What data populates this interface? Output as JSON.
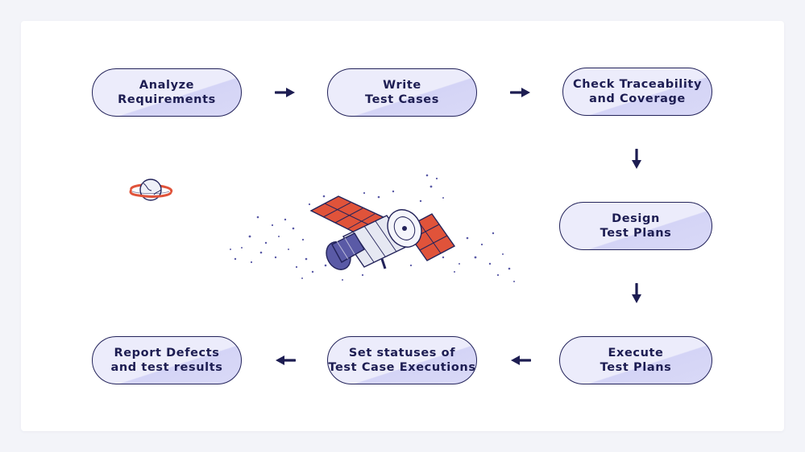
{
  "diagram": {
    "steps": [
      {
        "id": "analyze-requirements",
        "label": "Analyze\nRequirements"
      },
      {
        "id": "write-test-cases",
        "label": "Write\nTest Cases"
      },
      {
        "id": "check-traceability",
        "label": "Check Traceability\nand Coverage"
      },
      {
        "id": "design-test-plans",
        "label": "Design\nTest Plans"
      },
      {
        "id": "execute-test-plans",
        "label": "Execute\nTest Plans"
      },
      {
        "id": "set-statuses",
        "label": "Set statuses of\nTest Case Executions"
      },
      {
        "id": "report-defects",
        "label": "Report Defects\nand test results"
      }
    ],
    "flow": [
      [
        "analyze-requirements",
        "write-test-cases"
      ],
      [
        "write-test-cases",
        "check-traceability"
      ],
      [
        "check-traceability",
        "design-test-plans"
      ],
      [
        "design-test-plans",
        "execute-test-plans"
      ],
      [
        "execute-test-plans",
        "set-statuses"
      ],
      [
        "set-statuses",
        "report-defects"
      ]
    ],
    "illustrations": [
      "planet-icon",
      "satellite-icon"
    ]
  },
  "colors": {
    "background": "#f3f4f9",
    "card": "#ffffff",
    "outline": "#23235a",
    "pill_fill": "#ececfb",
    "pill_shade": "#d4d4f6",
    "arrow": "#1d1d52",
    "accent_red": "#e0533a",
    "satellite_body": "#e6e8f2",
    "satellite_band": "#5a5aa6"
  }
}
